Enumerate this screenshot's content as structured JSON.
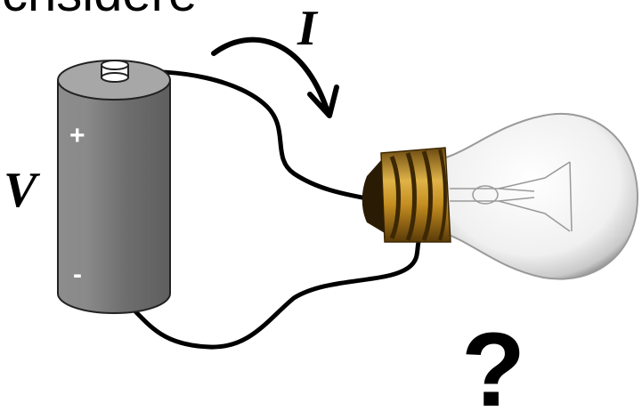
{
  "header_fragment": "chsidere",
  "labels": {
    "current": "I",
    "voltage": "V",
    "battery_plus": "+",
    "battery_minus": "-",
    "question": "?"
  },
  "colors": {
    "battery_body": "#7a7a7a",
    "battery_highlight": "#a8a8a8",
    "battery_terminal": "#ffffff",
    "wire": "#000000",
    "bulb_base": "#c08a1e",
    "bulb_glass": "#f4f4f4"
  }
}
